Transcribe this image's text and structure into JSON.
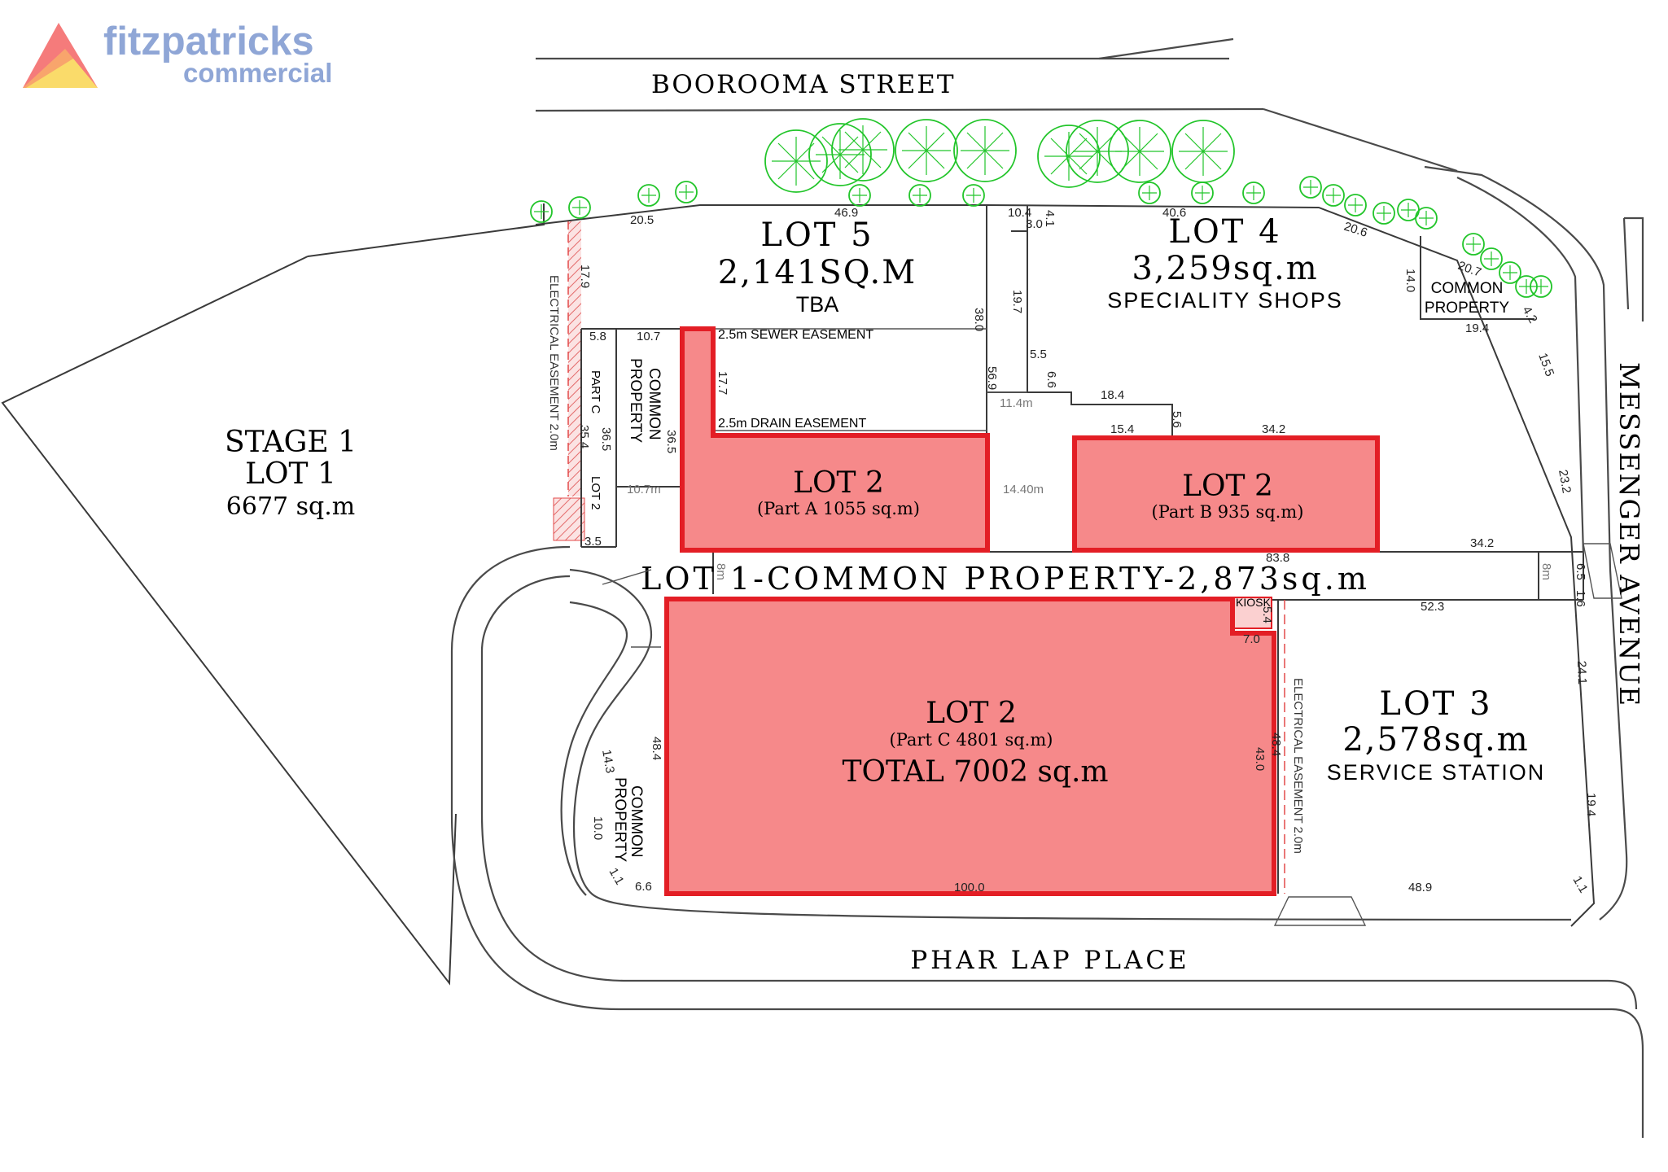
{
  "brand": {
    "name": "fitzpatricks",
    "sub": "commercial",
    "color": "#8fa6d6",
    "logo_colors": [
      "#f26b6b",
      "#f7b26b",
      "#f9e36b"
    ]
  },
  "streets": {
    "top": "BOOROOMA STREET",
    "right": "MESSENGER AVENUE",
    "bottom": "PHAR LAP PLACE"
  },
  "stage1": {
    "line1": "STAGE 1",
    "line2": "LOT 1",
    "area": "6677 sq.m"
  },
  "lot5": {
    "title": "LOT 5",
    "area": "2,141SQ.M",
    "use": "TBA"
  },
  "lot4": {
    "title": "LOT 4",
    "area": "3,259sq.m",
    "use": "SPECIALITY SHOPS"
  },
  "lot3": {
    "title": "LOT 3",
    "area": "2,578sq.m",
    "use": "SERVICE STATION"
  },
  "lot1_common": {
    "label": "LOT 1-COMMON PROPERTY-2,873sq.m"
  },
  "lot2_a": {
    "title": "LOT 2",
    "sub": "(Part A 1055 sq.m)"
  },
  "lot2_b": {
    "title": "LOT 2",
    "sub": "(Part B 935 sq.m)"
  },
  "lot2_c": {
    "title": "LOT 2",
    "sub": "(Part C 4801 sq.m)",
    "total": "TOTAL 7002 sq.m"
  },
  "labels": {
    "common_property": "COMMON PROPERTY",
    "common_line1": "COMMON",
    "common_line2": "PROPERTY",
    "sewer_easement": "2.5m SEWER EASEMENT",
    "drain_easement": "2.5m DRAIN EASEMENT",
    "electrical_easement": "ELECTRICAL EASEMENT 2.0m",
    "part_c": "PART C",
    "lot2_small": "LOT 2",
    "kiosk": "KIOSK"
  },
  "dimensions": {
    "d46_9": "46.9",
    "d20_5": "20.5",
    "d17_9": "17.9",
    "d5_8": "5.8",
    "d10_7": "10.7",
    "d35_4": "35.4",
    "d36_5a": "36.5",
    "d36_5b": "36.5",
    "d3_5": "3.5",
    "d10_7m": "10.7m",
    "d17_7": "17.7",
    "d38_0": "38.0",
    "d56_9": "56.9",
    "d10_4": "10.4",
    "d3_0": "3.0",
    "d4_1": "4.1",
    "d19_7": "19.7",
    "d5_5": "5.5",
    "d6_6": "6.6",
    "d11_4m": "11.4m",
    "d18_4": "18.4",
    "d5_6": "5.6",
    "d15_4": "15.4",
    "d34_2a": "34.2",
    "d14_40m": "14.40m",
    "d40_6": "40.6",
    "d20_6": "20.6",
    "d14_0": "14.0",
    "d20_7": "20.7",
    "d4_2": "4.2",
    "d19_4a": "19.4",
    "d15_5": "15.5",
    "d23_2": "23.2",
    "d34_2b": "34.2",
    "d83_8": "83.8",
    "d8m_a": "8m",
    "d8m_b": "8m",
    "d6_5": "6.5",
    "d1_6": "1.6",
    "d52_3": "52.3",
    "d24_1": "24.1",
    "d19_4b": "19.4",
    "d1_1a": "1.1",
    "d48_9": "48.9",
    "d100_0": "100.0",
    "d6_6b": "6.6",
    "d1_1b": "1.1",
    "d10_0": "10.0",
    "d14_3": "14.3",
    "d48_4a": "48.4",
    "d48_4b": "48.4",
    "d43_0": "43.0",
    "d7_0": "7.0",
    "d5_4": "5.4"
  }
}
